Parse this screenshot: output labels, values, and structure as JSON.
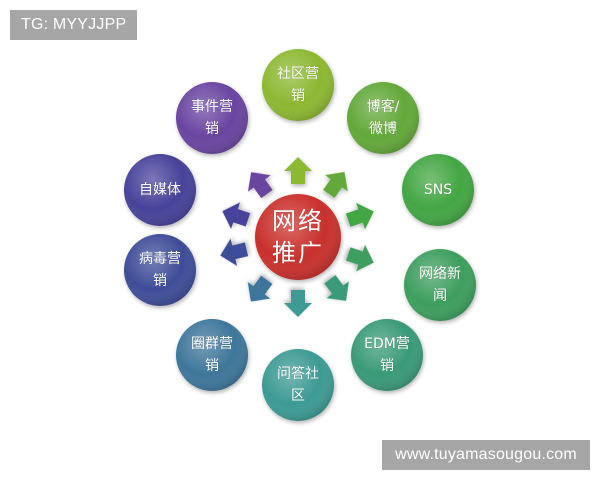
{
  "watermarks": {
    "top_left": "TG: MYYJJPP",
    "bottom_right": "www.tuyamasougou.com"
  },
  "center": {
    "line1": "网络",
    "line2": "推广",
    "color": "#c9302c"
  },
  "nodes": [
    {
      "id": "community",
      "line1": "社区营",
      "line2": "销",
      "color": "#8db832"
    },
    {
      "id": "blog",
      "line1": "博客/",
      "line2": "微博",
      "color": "#63a83a"
    },
    {
      "id": "sns",
      "line1": "SNS",
      "line2": "",
      "color": "#43a643"
    },
    {
      "id": "news",
      "line1": "网络新",
      "line2": "闻",
      "color": "#3d9e5e"
    },
    {
      "id": "edm",
      "line1": "EDM营",
      "line2": "销",
      "color": "#3a9a78"
    },
    {
      "id": "qa",
      "line1": "问答社",
      "line2": "区",
      "color": "#3d9a94"
    },
    {
      "id": "circle",
      "line1": "圈群营",
      "line2": "销",
      "color": "#3e769a"
    },
    {
      "id": "viral",
      "line1": "病毒营",
      "line2": "销",
      "color": "#3e4d98"
    },
    {
      "id": "self-media",
      "line1": "自媒体",
      "line2": "",
      "color": "#47429a"
    },
    {
      "id": "event",
      "line1": "事件营",
      "line2": "销",
      "color": "#6a45a0"
    }
  ]
}
